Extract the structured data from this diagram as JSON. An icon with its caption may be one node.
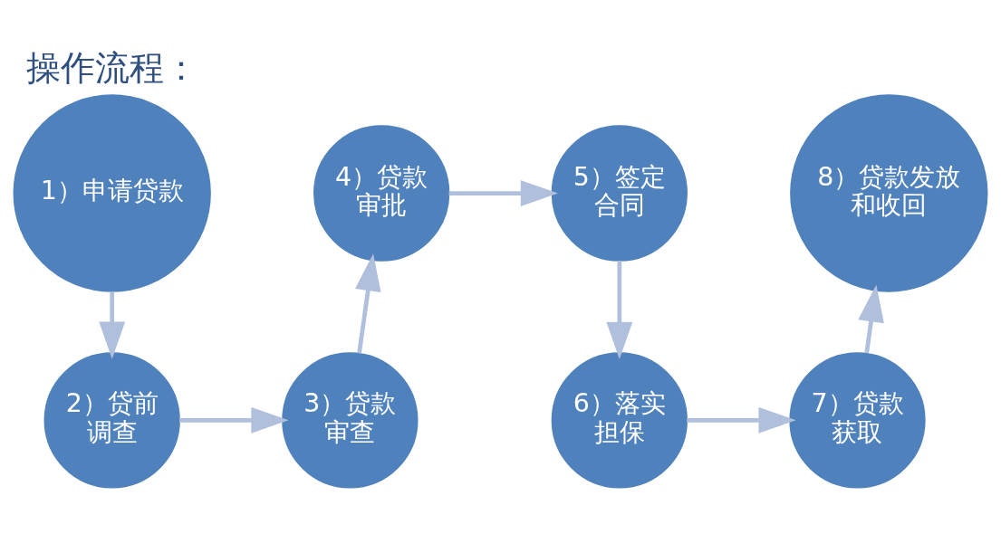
{
  "diagram": {
    "title": "操作流程：",
    "nodes": [
      {
        "text": [
          "1）申请贷款"
        ]
      },
      {
        "text": [
          "2）贷前调查"
        ]
      },
      {
        "text": [
          "3）贷款审查"
        ]
      },
      {
        "text": [
          "4）贷款审批"
        ]
      },
      {
        "text": [
          "5）签定合同"
        ]
      },
      {
        "text": [
          "6）落实担保"
        ]
      },
      {
        "text": [
          "7）贷款获取"
        ]
      },
      {
        "text": [
          "8）贷款发放和收回"
        ]
      }
    ],
    "edges": [
      {
        "from": 0,
        "to": 1,
        "arrow": "to"
      },
      {
        "from": 1,
        "to": 2,
        "arrow": "to"
      },
      {
        "from": 2,
        "to": 3,
        "arrow": "to"
      },
      {
        "from": 3,
        "to": 4,
        "arrow": "to"
      },
      {
        "from": 4,
        "to": 5,
        "arrow": "to"
      },
      {
        "from": 5,
        "to": 6,
        "arrow": "to"
      },
      {
        "from": 6,
        "to": 7,
        "arrow": "to"
      }
    ]
  }
}
